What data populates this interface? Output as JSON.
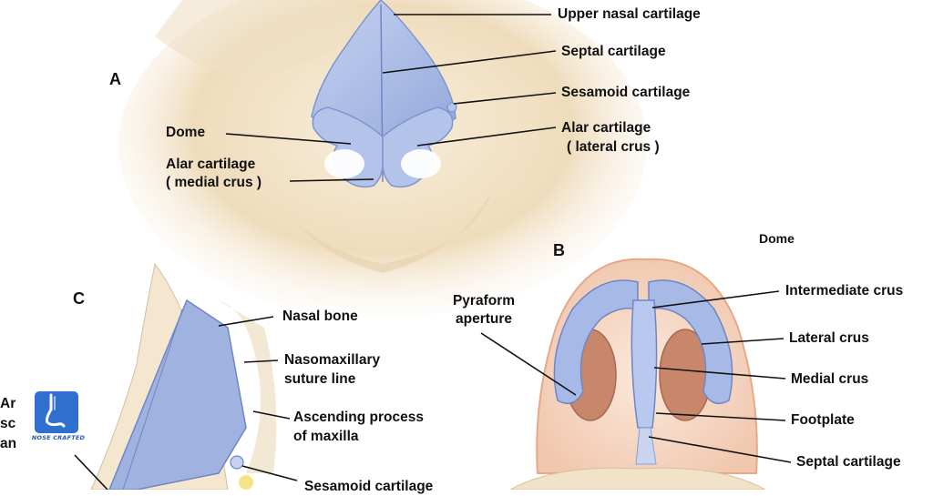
{
  "colors": {
    "cartilage": "#aebfe6",
    "cartilage_edge": "#7f95cf",
    "skin": "#f6ead6",
    "skin_shade": "#e6cfae",
    "nostril": "#c8866a",
    "brand": "#2f6fd0"
  },
  "panel_a": {
    "letter": "A",
    "upper_nasal": "Upper nasal cartilage",
    "septal": "Septal cartilage",
    "sesamoid": "Sesamoid cartilage",
    "alar_lateral_1": "Alar cartilage",
    "alar_lateral_2": "( lateral crus )",
    "dome": "Dome",
    "alar_medial_1": "Alar cartilage",
    "alar_medial_2": "( medial crus )"
  },
  "panel_b": {
    "letter": "B",
    "dome": "Dome",
    "pyraform_1": "Pyraform",
    "pyraform_2": "aperture",
    "intermediate": "Intermediate crus",
    "lateral": "Lateral crus",
    "medial": "Medial crus",
    "footplate": "Footplate",
    "septal": "Septal cartilage"
  },
  "panel_c": {
    "letter": "C",
    "nasal_bone": "Nasal bone",
    "nasomax_1": "Nasomaxillary",
    "nasomax_2": "suture line",
    "ascending_1": "Ascending process",
    "ascending_2": "of maxilla",
    "sesamoid_cut": "Sesamoid cartilage",
    "left_cut_1": "Ar",
    "left_cut_2": "sc",
    "left_cut_3": "an"
  },
  "logo": {
    "icon": "nose-profile-icon",
    "text": "NOSE CRAFTED"
  }
}
